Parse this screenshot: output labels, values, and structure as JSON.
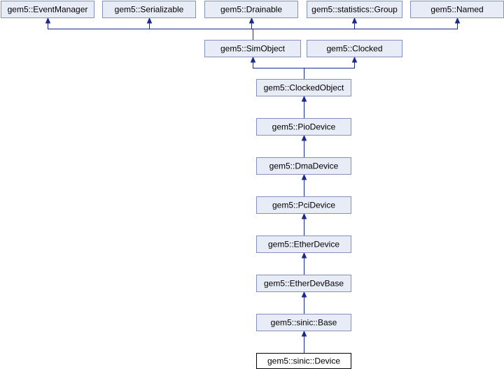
{
  "diagram": {
    "nodes": [
      {
        "id": "event-manager",
        "label": "gem5::EventManager",
        "current": false
      },
      {
        "id": "serializable",
        "label": "gem5::Serializable",
        "current": false
      },
      {
        "id": "drainable",
        "label": "gem5::Drainable",
        "current": false
      },
      {
        "id": "statistics-group",
        "label": "gem5::statistics::Group",
        "current": false
      },
      {
        "id": "named",
        "label": "gem5::Named",
        "current": false
      },
      {
        "id": "sim-object",
        "label": "gem5::SimObject",
        "current": false
      },
      {
        "id": "clocked",
        "label": "gem5::Clocked",
        "current": false
      },
      {
        "id": "clocked-object",
        "label": "gem5::ClockedObject",
        "current": false
      },
      {
        "id": "pio-device",
        "label": "gem5::PioDevice",
        "current": false
      },
      {
        "id": "dma-device",
        "label": "gem5::DmaDevice",
        "current": false
      },
      {
        "id": "pci-device",
        "label": "gem5::PciDevice",
        "current": false
      },
      {
        "id": "ether-device",
        "label": "gem5::EtherDevice",
        "current": false
      },
      {
        "id": "ether-dev-base",
        "label": "gem5::EtherDevBase",
        "current": false
      },
      {
        "id": "sinic-base",
        "label": "gem5::sinic::Base",
        "current": false
      },
      {
        "id": "sinic-device",
        "label": "gem5::sinic::Device",
        "current": true
      }
    ],
    "edges": [
      {
        "from": "sim-object",
        "to": "event-manager"
      },
      {
        "from": "sim-object",
        "to": "serializable"
      },
      {
        "from": "sim-object",
        "to": "drainable"
      },
      {
        "from": "sim-object",
        "to": "statistics-group"
      },
      {
        "from": "sim-object",
        "to": "named"
      },
      {
        "from": "clocked-object",
        "to": "sim-object"
      },
      {
        "from": "clocked-object",
        "to": "clocked"
      },
      {
        "from": "pio-device",
        "to": "clocked-object"
      },
      {
        "from": "dma-device",
        "to": "pio-device"
      },
      {
        "from": "pci-device",
        "to": "dma-device"
      },
      {
        "from": "ether-device",
        "to": "pci-device"
      },
      {
        "from": "ether-dev-base",
        "to": "ether-device"
      },
      {
        "from": "sinic-base",
        "to": "ether-dev-base"
      },
      {
        "from": "sinic-device",
        "to": "sinic-base"
      }
    ]
  }
}
